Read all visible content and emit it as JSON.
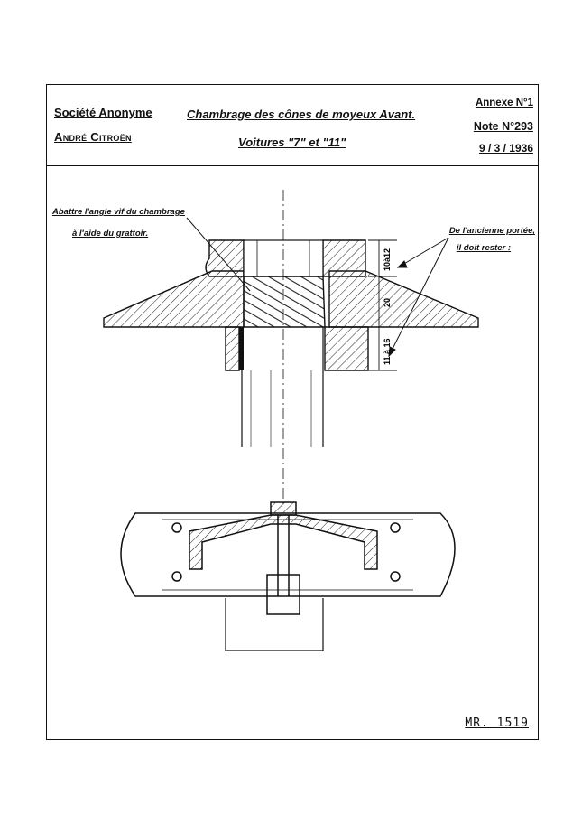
{
  "header": {
    "company_line1": "Société Anonyme",
    "company_line2": "André Citroën",
    "title": "Chambrage des cônes de moyeux Avant.",
    "subtitle": "Voitures \"7\" et \"11\"",
    "annexe": "Annexe N°1",
    "note": "Note N°293",
    "date": "9 / 3 / 1936"
  },
  "labels": {
    "left_line1": "Abattre l'angle vif du chambrage",
    "left_line2": "à l'aide du grattoir.",
    "right_line1": "De l'ancienne portée,",
    "right_line2": "il doit rester :"
  },
  "dimensions": {
    "top": "10à12",
    "middle": "20",
    "bottom": "11 à 16"
  },
  "footer": {
    "reference": "MR. 1519"
  }
}
